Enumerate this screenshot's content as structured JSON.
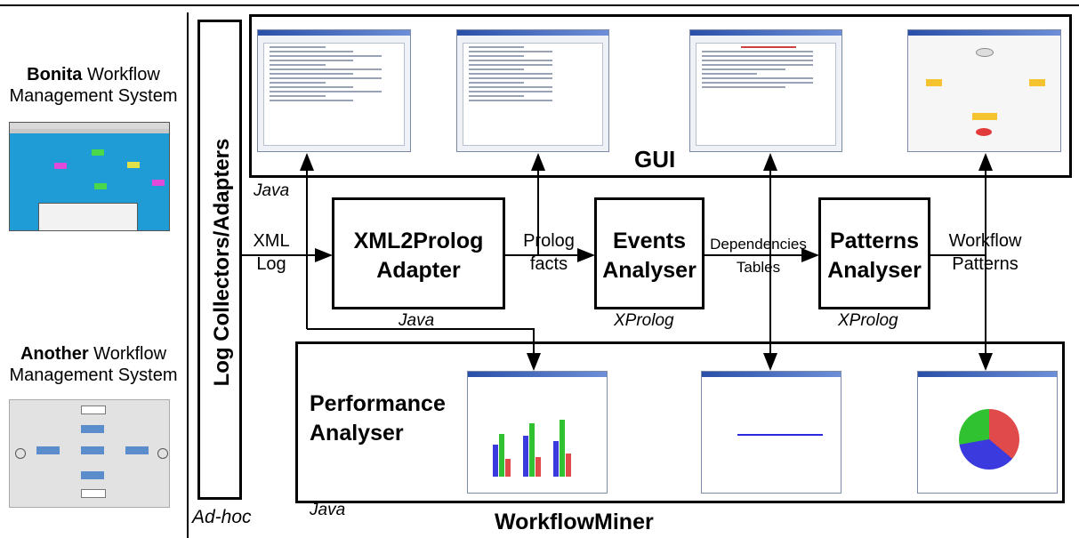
{
  "left_panel": {
    "bonita": {
      "bold": "Bonita",
      "rest": " Workflow",
      "line2": "Management System"
    },
    "another": {
      "bold": "Another",
      "rest": " Workflow",
      "line2": "Management System"
    },
    "colors": {
      "bonita_bg": "#1f9bd6"
    }
  },
  "log_collectors": {
    "label": "Log Collectors/Adapters",
    "lang": "Ad-hoc"
  },
  "gui": {
    "label": "GUI",
    "lang": "Java"
  },
  "xml_log": {
    "line1": "XML",
    "line2": "Log"
  },
  "xml2prolog": {
    "line1": "XML2Prolog",
    "line2": "Adapter",
    "lang": "Java"
  },
  "prolog_facts": {
    "line1": "Prolog",
    "line2": "facts"
  },
  "events": {
    "line1": "Events",
    "line2": "Analyser",
    "lang": "XProlog"
  },
  "dependencies": {
    "line1": "Dependencies",
    "line2": "Tables"
  },
  "patterns": {
    "line1": "Patterns",
    "line2": "Analyser",
    "lang": "XProlog"
  },
  "workflow_patterns": {
    "line1": "Workflow",
    "line2": "Patterns"
  },
  "performance": {
    "line1": "Performance",
    "line2": "Analyser",
    "lang": "Java"
  },
  "workflowminer": {
    "label": "WorkflowMiner"
  }
}
